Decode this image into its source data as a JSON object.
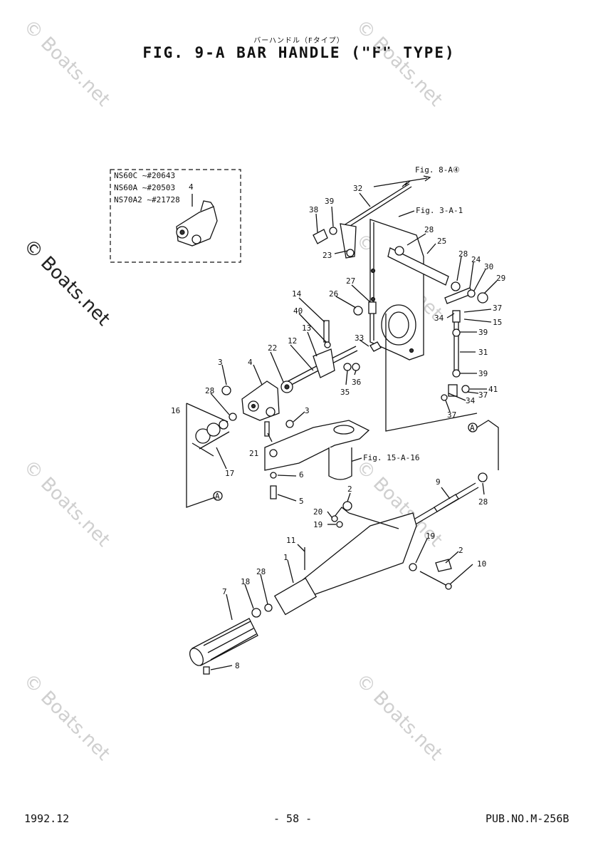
{
  "header": {
    "title_jp": "バーハンドル（Fタイプ）",
    "title": "FIG.  9-A BAR HANDLE (\"F\" TYPE)"
  },
  "watermark": {
    "text": "© Boats.net"
  },
  "inset": {
    "lines": [
      "NS60C  ~#20643",
      "NS60A  ~#20503",
      "NS70A2 ~#21728"
    ],
    "callout": "4"
  },
  "references": {
    "fig8": "Fig. 8-A④",
    "fig3": "Fig. 3-A-1",
    "fig15": "Fig. 15-A-16",
    "marker": "A"
  },
  "callouts": [
    {
      "id": "32"
    },
    {
      "id": "39"
    },
    {
      "id": "38"
    },
    {
      "id": "28"
    },
    {
      "id": "25"
    },
    {
      "id": "23"
    },
    {
      "id": "28"
    },
    {
      "id": "24"
    },
    {
      "id": "30"
    },
    {
      "id": "29"
    },
    {
      "id": "27"
    },
    {
      "id": "26"
    },
    {
      "id": "14"
    },
    {
      "id": "37"
    },
    {
      "id": "40"
    },
    {
      "id": "15"
    },
    {
      "id": "34"
    },
    {
      "id": "39"
    },
    {
      "id": "13"
    },
    {
      "id": "33"
    },
    {
      "id": "31"
    },
    {
      "id": "12"
    },
    {
      "id": "22"
    },
    {
      "id": "3"
    },
    {
      "id": "4"
    },
    {
      "id": "36"
    },
    {
      "id": "35"
    },
    {
      "id": "39"
    },
    {
      "id": "41"
    },
    {
      "id": "37"
    },
    {
      "id": "34"
    },
    {
      "id": "28"
    },
    {
      "id": "16"
    },
    {
      "id": "3"
    },
    {
      "id": "37"
    },
    {
      "id": "21"
    },
    {
      "id": "17"
    },
    {
      "id": "6"
    },
    {
      "id": "5"
    },
    {
      "id": "9"
    },
    {
      "id": "2"
    },
    {
      "id": "28"
    },
    {
      "id": "20"
    },
    {
      "id": "19"
    },
    {
      "id": "11"
    },
    {
      "id": "19"
    },
    {
      "id": "2"
    },
    {
      "id": "10"
    },
    {
      "id": "1"
    },
    {
      "id": "18"
    },
    {
      "id": "28"
    },
    {
      "id": "7"
    },
    {
      "id": "8"
    }
  ],
  "footer": {
    "date": "1992.12",
    "page": "- 58 -",
    "pub": "PUB.NO.M-256B"
  }
}
